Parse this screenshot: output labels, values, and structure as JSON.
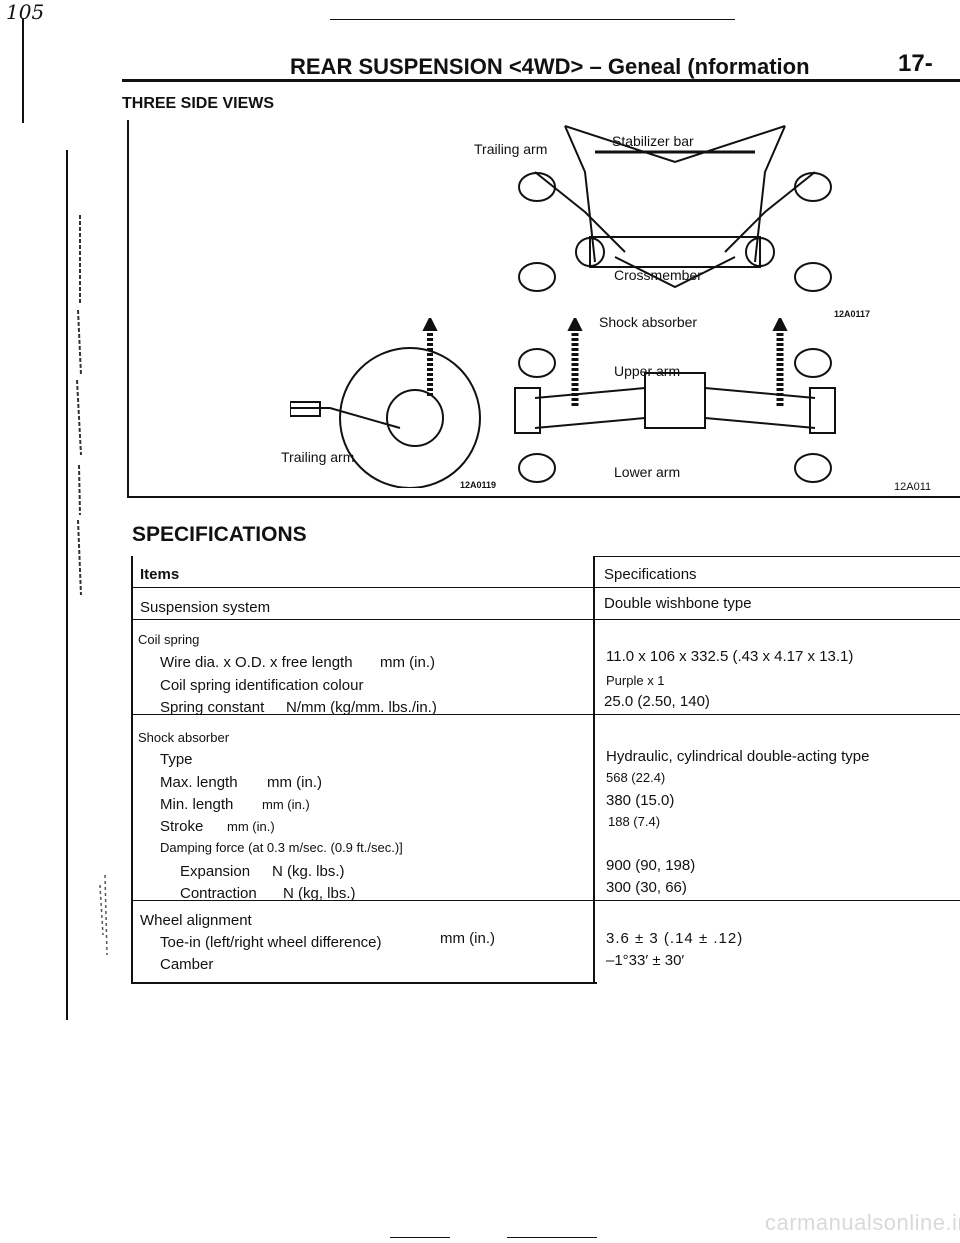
{
  "page": {
    "handwriting": "105",
    "header_title": "REAR SUSPENSION <4WD> – Geneal (nformation",
    "page_number": "17-",
    "section_title": "THREE SIDE VIEWS"
  },
  "figure": {
    "top_labels": {
      "trailing_arm": "Trailing arm",
      "stabilizer_bar": "Stabilizer bar",
      "crossmember": "Crossmember"
    },
    "bottom_labels": {
      "shock_absorber": "Shock absorber",
      "upper_arm": "Upper arm",
      "lower_arm": "Lower arm",
      "trailing_arm_side": "Trailing arm"
    },
    "codes": {
      "top": "12A0117",
      "side": "12A0119",
      "right": "12A011"
    }
  },
  "specs": {
    "heading": "SPECIFICATIONS",
    "col_items": "Items",
    "col_specs": "Specifications",
    "rows": {
      "suspension_system": {
        "label": "Suspension system",
        "value": "Double wishbone type"
      },
      "coil_spring": "Coil spring",
      "wire_dia": {
        "label": "Wire dia. x O.D. x free length",
        "unit": "mm (in.)",
        "value": "11.0 x 106 x 332.5 (.43 x 4.17 x 13.1)"
      },
      "coil_colour": {
        "label": "Coil spring identification colour",
        "value": "Purple x 1"
      },
      "spring_const": {
        "label": "Spring constant",
        "unit": "N/mm (kg/mm. lbs./in.)",
        "value": "25.0 (2.50, 140)"
      },
      "shock_absorber": "Shock absorber",
      "type": {
        "label": "Type",
        "value": "Hydraulic, cylindrical double-acting type"
      },
      "max_len": {
        "label": "Max. length",
        "unit": "mm (in.)",
        "value": "568 (22.4)"
      },
      "min_len": {
        "label": "Min. length",
        "unit": "mm (in.)",
        "value": "380 (15.0)"
      },
      "stroke": {
        "label": "Stroke",
        "unit": "mm (in.)",
        "value": "188 (7.4)"
      },
      "damping": {
        "label": "Damping force (at 0.3 m/sec. (0.9 ft./sec.)]"
      },
      "expansion": {
        "label": "Expansion",
        "unit": "N (kg. lbs.)",
        "value": "900 (90, 198)"
      },
      "contraction": {
        "label": "Contraction",
        "unit": "N (kg, lbs.)",
        "value": "300 (30, 66)"
      },
      "wheel_alignment": "Wheel alignment",
      "toe_in": {
        "label": "Toe-in (left/right wheel difference)",
        "unit": "mm (in.)",
        "value": "3.6 ± 3 (.14 ± .12)"
      },
      "camber": {
        "label": "Camber",
        "value": "–1°33′ ± 30′"
      }
    }
  },
  "watermark": "carmanualsonline.info"
}
